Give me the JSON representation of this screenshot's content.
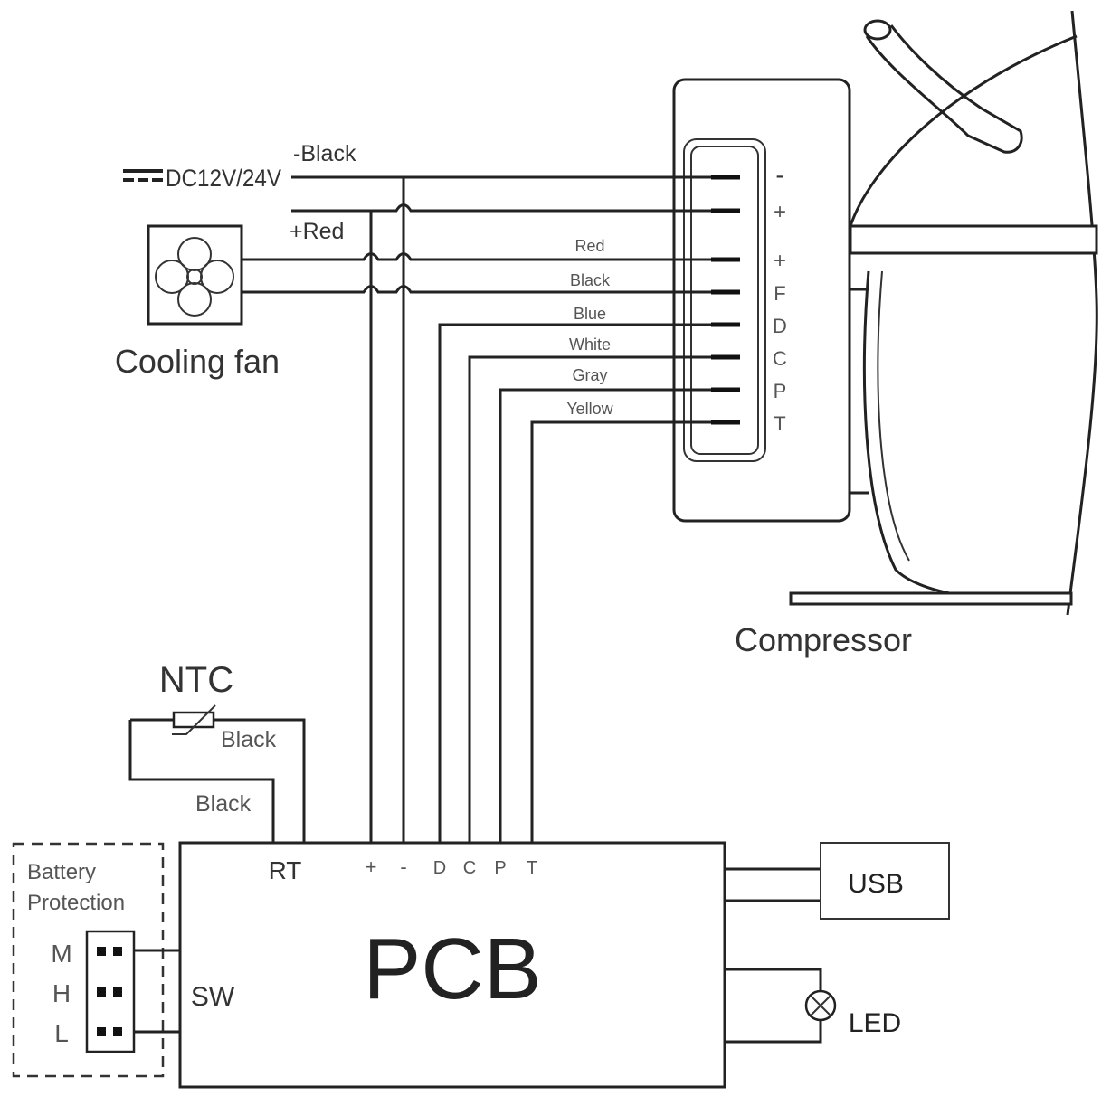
{
  "power": {
    "label": "DC12V/24V",
    "neg_label": "-Black",
    "pos_label": "+Red"
  },
  "fan": {
    "label": "Cooling fan"
  },
  "compressor": {
    "label": "Compressor",
    "terminals": [
      "-",
      "+",
      "+",
      "F",
      "D",
      "C",
      "P",
      "T"
    ],
    "wire_colors": [
      "Red",
      "Black",
      "Blue",
      "White",
      "Gray",
      "Yellow"
    ]
  },
  "ntc": {
    "label": "NTC",
    "wire_top": "Black",
    "wire_bottom": "Black"
  },
  "pcb": {
    "label": "PCB",
    "rt_label": "RT",
    "sw_label": "SW",
    "pins": [
      "+",
      "-",
      "D",
      "C",
      "P",
      "T"
    ]
  },
  "battery": {
    "title_line1": "Battery",
    "title_line2": "Protection",
    "levels": [
      "M",
      "H",
      "L"
    ]
  },
  "usb": {
    "label": "USB"
  },
  "led": {
    "label": "LED"
  }
}
